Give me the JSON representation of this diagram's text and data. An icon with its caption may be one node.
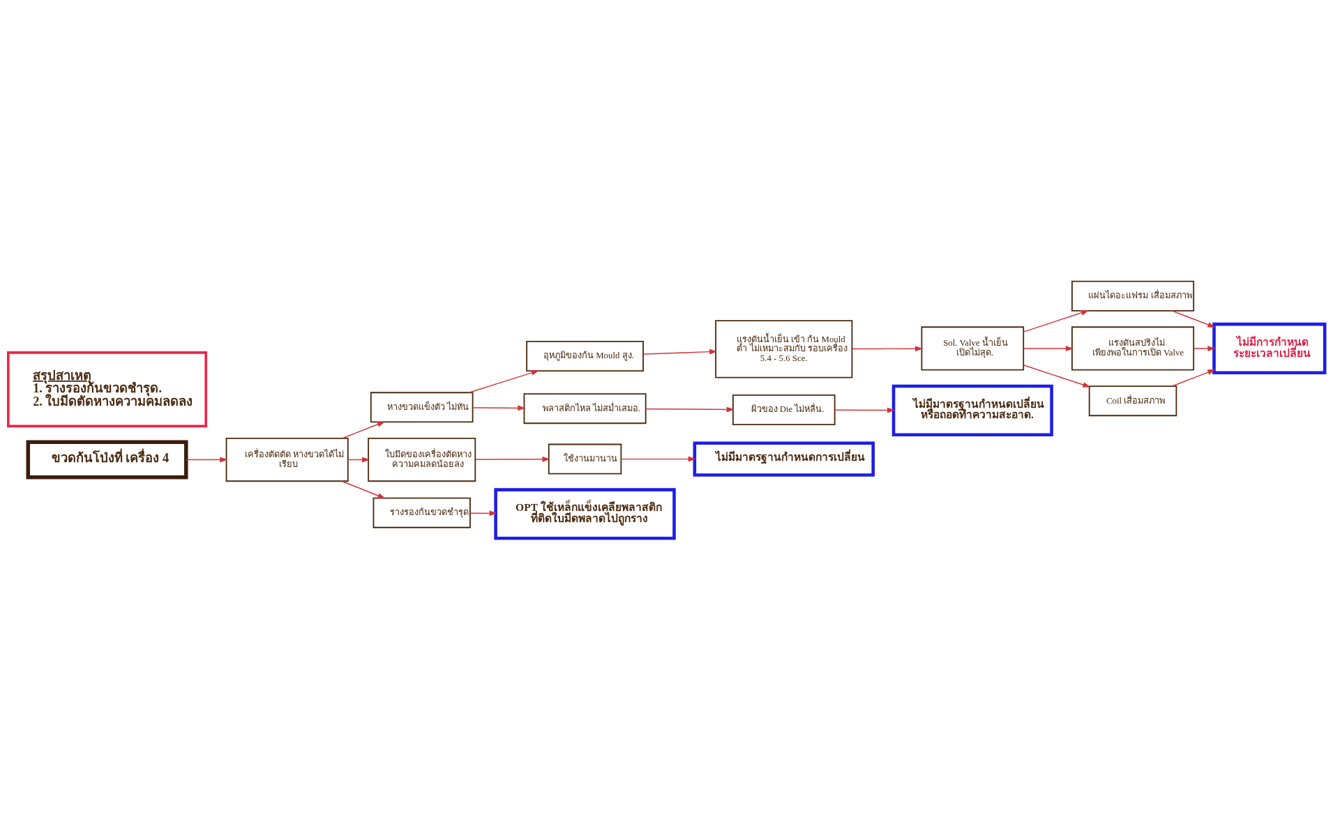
{
  "diagram": {
    "nodes": [
      {
        "text": [
          "ขวดก้นโป่งที่ เครื่อง 4"
        ]
      },
      {
        "text": [
          "เครื่องตัดตัด หางขวดได้ไม่ เรียบ"
        ]
      },
      {
        "text": [
          "หางขวดแข็งตัว ไม่ทัน"
        ]
      },
      {
        "text": [
          "อุหภูมิของก้น Mould สูง."
        ]
      },
      {
        "text": [
          "แรงดันน้ำเย็น เข้า ก้น Mould ต่ำ ไม่เหมาะสมกับ รอบเครื่อง 5.4 - 5.6 Sce."
        ]
      },
      {
        "text": [
          "Sol. Valve น้ำเย็น เปิดไม่สุด."
        ]
      },
      {
        "text": [
          "แผ่นไดอะแฟรม เสื่อมสภาพ"
        ]
      },
      {
        "text": [
          "แรงดันสปริงไม่ เพียงพอในการเปิด Valve"
        ]
      },
      {
        "text": [
          "Coil เสื่อมสภาพ"
        ]
      },
      {
        "text": [
          "พลาสติกไหล ไม่สม่ำเสมอ."
        ]
      },
      {
        "text": [
          "ผิวของ Die ไม่หลื่น."
        ]
      },
      {
        "text": [
          "ไม่มีมาตรฐานกำหนดเปลี่ยน หรือถอดทำความสะอาด."
        ]
      },
      {
        "text": [
          "ไม่มีการกำหนด ระยะเวลาเปลี่ยน"
        ]
      },
      {
        "text": [
          "ใบมีดของเครื่องตัดหาง ความคมลดน้อยลง"
        ]
      },
      {
        "text": [
          "ใช้งานมานาน"
        ]
      },
      {
        "text": [
          "ไม่มีมาตรฐานกำหนดการเปลี่ยน"
        ]
      },
      {
        "text": [
          "รางรองก้นขวดชำรุด"
        ]
      },
      {
        "text": [
          "OPT ใช้เหล็กแข็งเคลียพลาสติก ที่ติดใบมีดพลาดไปถูกราง"
        ]
      },
      {
        "text": [
          "สรุปสาเหตุ",
          "1. รางรองก้นขวดชำรุด.",
          "2. ใบมีดตัดหางความคมลดลง"
        ]
      }
    ],
    "edges": [
      {
        "from": 0,
        "to": 1,
        "arrow": "to"
      },
      {
        "from": 1,
        "to": 2,
        "arrow": "to"
      },
      {
        "from": 2,
        "to": 3,
        "arrow": "to"
      },
      {
        "from": 3,
        "to": 4,
        "arrow": "to"
      },
      {
        "from": 4,
        "to": 5,
        "arrow": "to"
      },
      {
        "from": 5,
        "to": 6,
        "arrow": "to"
      },
      {
        "from": 5,
        "to": 7,
        "arrow": "to"
      },
      {
        "from": 5,
        "to": 8,
        "arrow": "to"
      },
      {
        "from": 6,
        "to": 12,
        "arrow": "to"
      },
      {
        "from": 7,
        "to": 12,
        "arrow": "to"
      },
      {
        "from": 8,
        "to": 12,
        "arrow": "to"
      },
      {
        "from": 2,
        "to": 9,
        "arrow": "to"
      },
      {
        "from": 9,
        "to": 10,
        "arrow": "to"
      },
      {
        "from": 10,
        "to": 11,
        "arrow": "to"
      },
      {
        "from": 1,
        "to": 13,
        "arrow": "to"
      },
      {
        "from": 13,
        "to": 14,
        "arrow": "to"
      },
      {
        "from": 14,
        "to": 15,
        "arrow": "to"
      },
      {
        "from": 1,
        "to": 16,
        "arrow": "to"
      },
      {
        "from": 16,
        "to": 17,
        "arrow": "to"
      }
    ]
  }
}
